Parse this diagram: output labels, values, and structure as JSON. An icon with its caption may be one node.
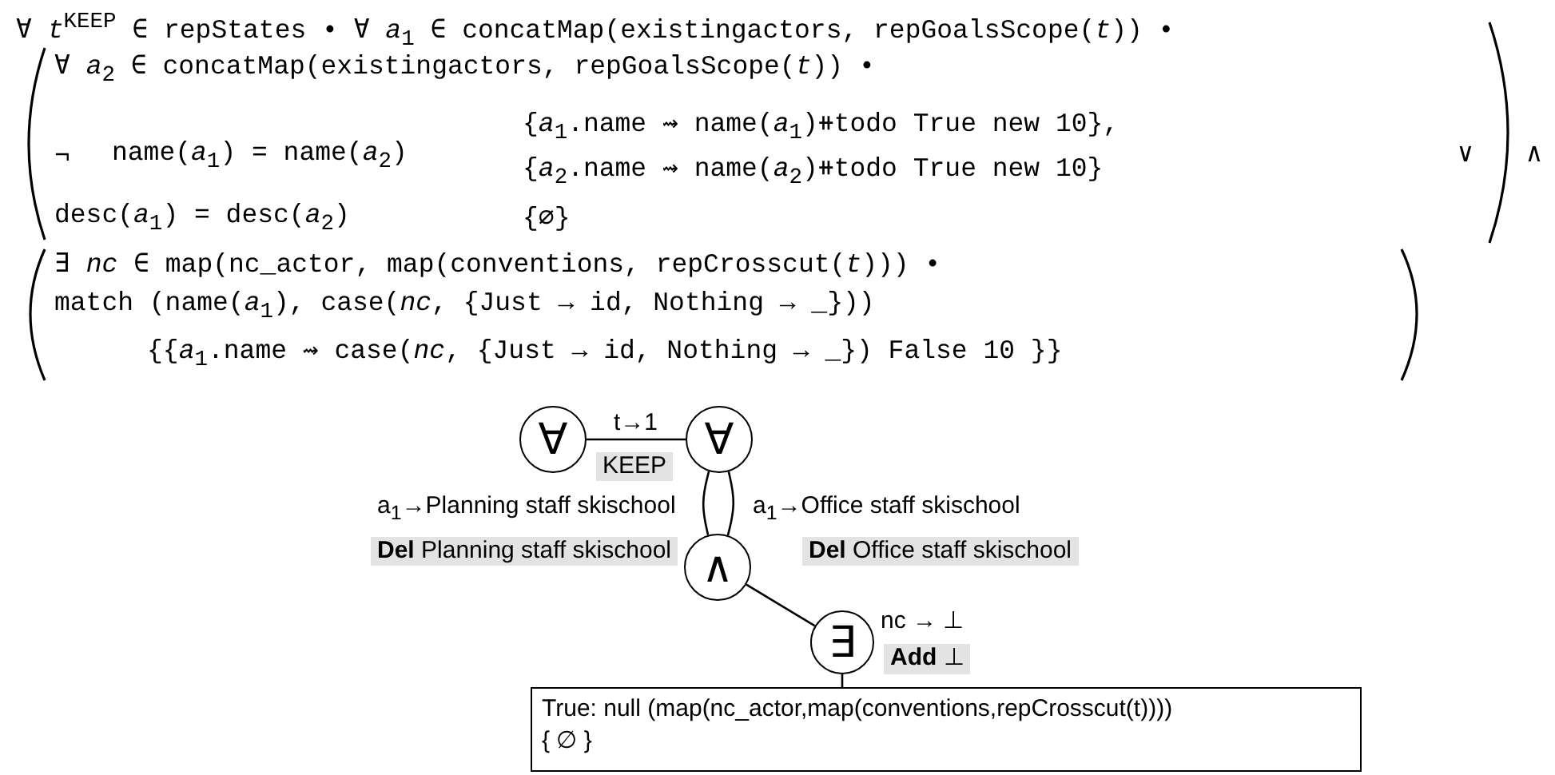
{
  "diagram": {
    "nodes": [
      {
        "text": [
          "∀"
        ]
      },
      {
        "text": [
          "∀"
        ]
      },
      {
        "text": [
          "∧"
        ]
      },
      {
        "text": [
          "∃"
        ],
        "beside": [
          "nc → ⊥",
          "**Add** ⊥"
        ]
      },
      {
        "text": [
          "True: null (map(nc_actor,map(conventions,repCrosscut(t))))",
          "{ ∅ }"
        ]
      }
    ],
    "edges": [
      {
        "from": 0,
        "to": 1,
        "arrow": "none",
        "label": "t→1"
      },
      {
        "from": 1,
        "to": 2,
        "arrow": "none"
      },
      {
        "from": 1,
        "to": 2,
        "arrow": "none"
      },
      {
        "from": 2,
        "to": 3,
        "arrow": "none"
      },
      {
        "from": 3,
        "to": 4,
        "arrow": "none"
      }
    ],
    "labels": [
      "∀ *t*$^{KEEP}$ ∈ repStates • ∀ *a*$_{1}$ ∈ concatMap(existingactors, repGoalsScope(*t*)) •",
      "∀ *a*$_{2}$ ∈ concatMap(existingactors, repGoalsScope(*t*)) •",
      "¬",
      "name(*a*$_{1}$) = name(*a*$_{2}$)",
      "{*a*$_{1}$.name ⇝ name(*a*$_{1}$)⧺todo True new 10},",
      "{*a*$_{2}$.name ⇝ name(*a*$_{2}$)⧺todo True new 10}",
      "desc(*a*$_{1}$) = desc(*a*$_{2}$)",
      "{∅}",
      "∨",
      "∧",
      "∃ *nc* ∈ map(nc_actor, map(conventions, repCrosscut(*t*))) •",
      "match (name(*a*$_{1}$), case(*nc*, {Just → id, Nothing → _}))",
      "{{*a*$_{1}$.name ⇝ case(*nc*, {Just → id, Nothing → _}) False 10 }}",
      "KEEP",
      "a$_{1}$→Planning staff skischool",
      "**Del** Planning staff skischool",
      "a$_{1}$→Office staff skischool",
      "**Del** Office staff skischool"
    ]
  }
}
